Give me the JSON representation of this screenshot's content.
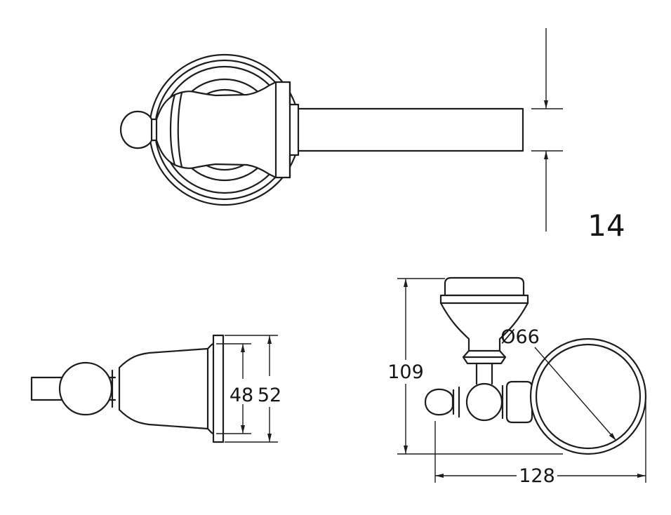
{
  "drawing": {
    "background": "#ffffff",
    "line_color": "#1d1d1d"
  },
  "dimensions": {
    "bar_diameter": "14",
    "plate_inner_diameter": "48",
    "plate_outer_diameter": "52",
    "overall_height": "109",
    "cup_diameter": "Ø66",
    "overall_depth": "128"
  }
}
